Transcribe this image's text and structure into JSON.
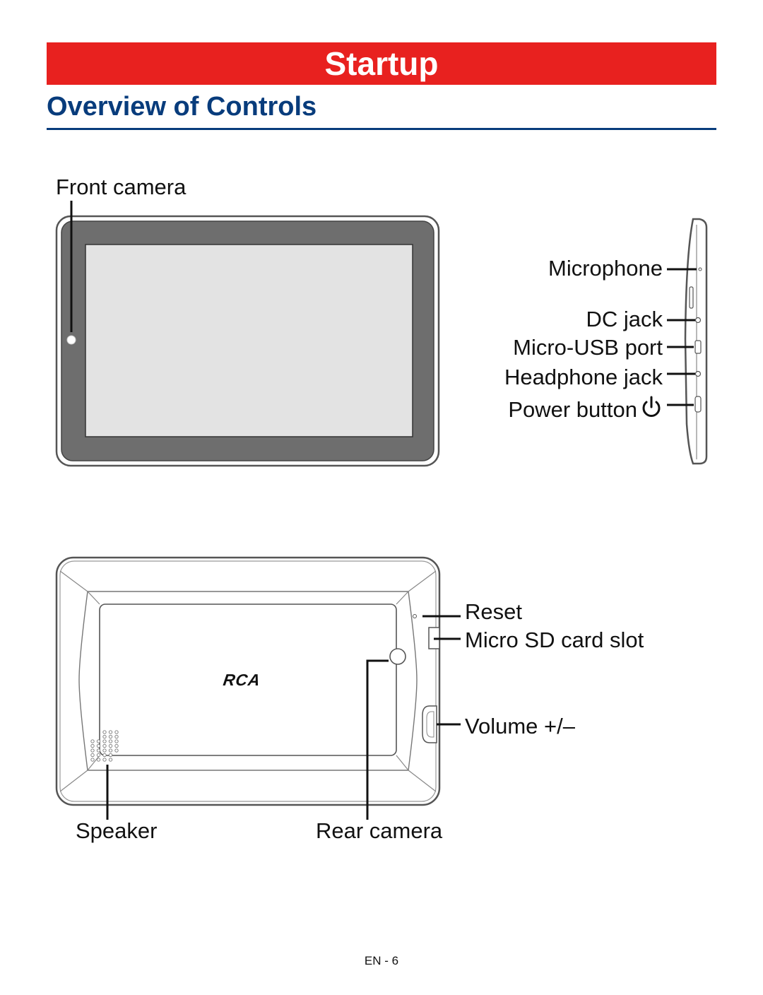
{
  "banner": {
    "title": "Startup",
    "color": "#e8211f"
  },
  "section": {
    "heading": "Overview of Controls",
    "color": "#083c7c"
  },
  "front_view": {
    "callouts": {
      "front_camera": "Front camera",
      "microphone": "Microphone",
      "dc_jack": "DC jack",
      "micro_usb": "Micro-USB port",
      "headphone_jack": "Headphone jack",
      "power_button": "Power button"
    },
    "power_icon": "power-icon"
  },
  "rear_view": {
    "brand_logo": "RCA",
    "callouts": {
      "reset": "Reset",
      "micro_sd": "Micro SD card slot",
      "volume": "Volume +/–",
      "speaker": "Speaker",
      "rear_camera": "Rear camera"
    }
  },
  "footer": {
    "page_number": "EN - 6"
  }
}
